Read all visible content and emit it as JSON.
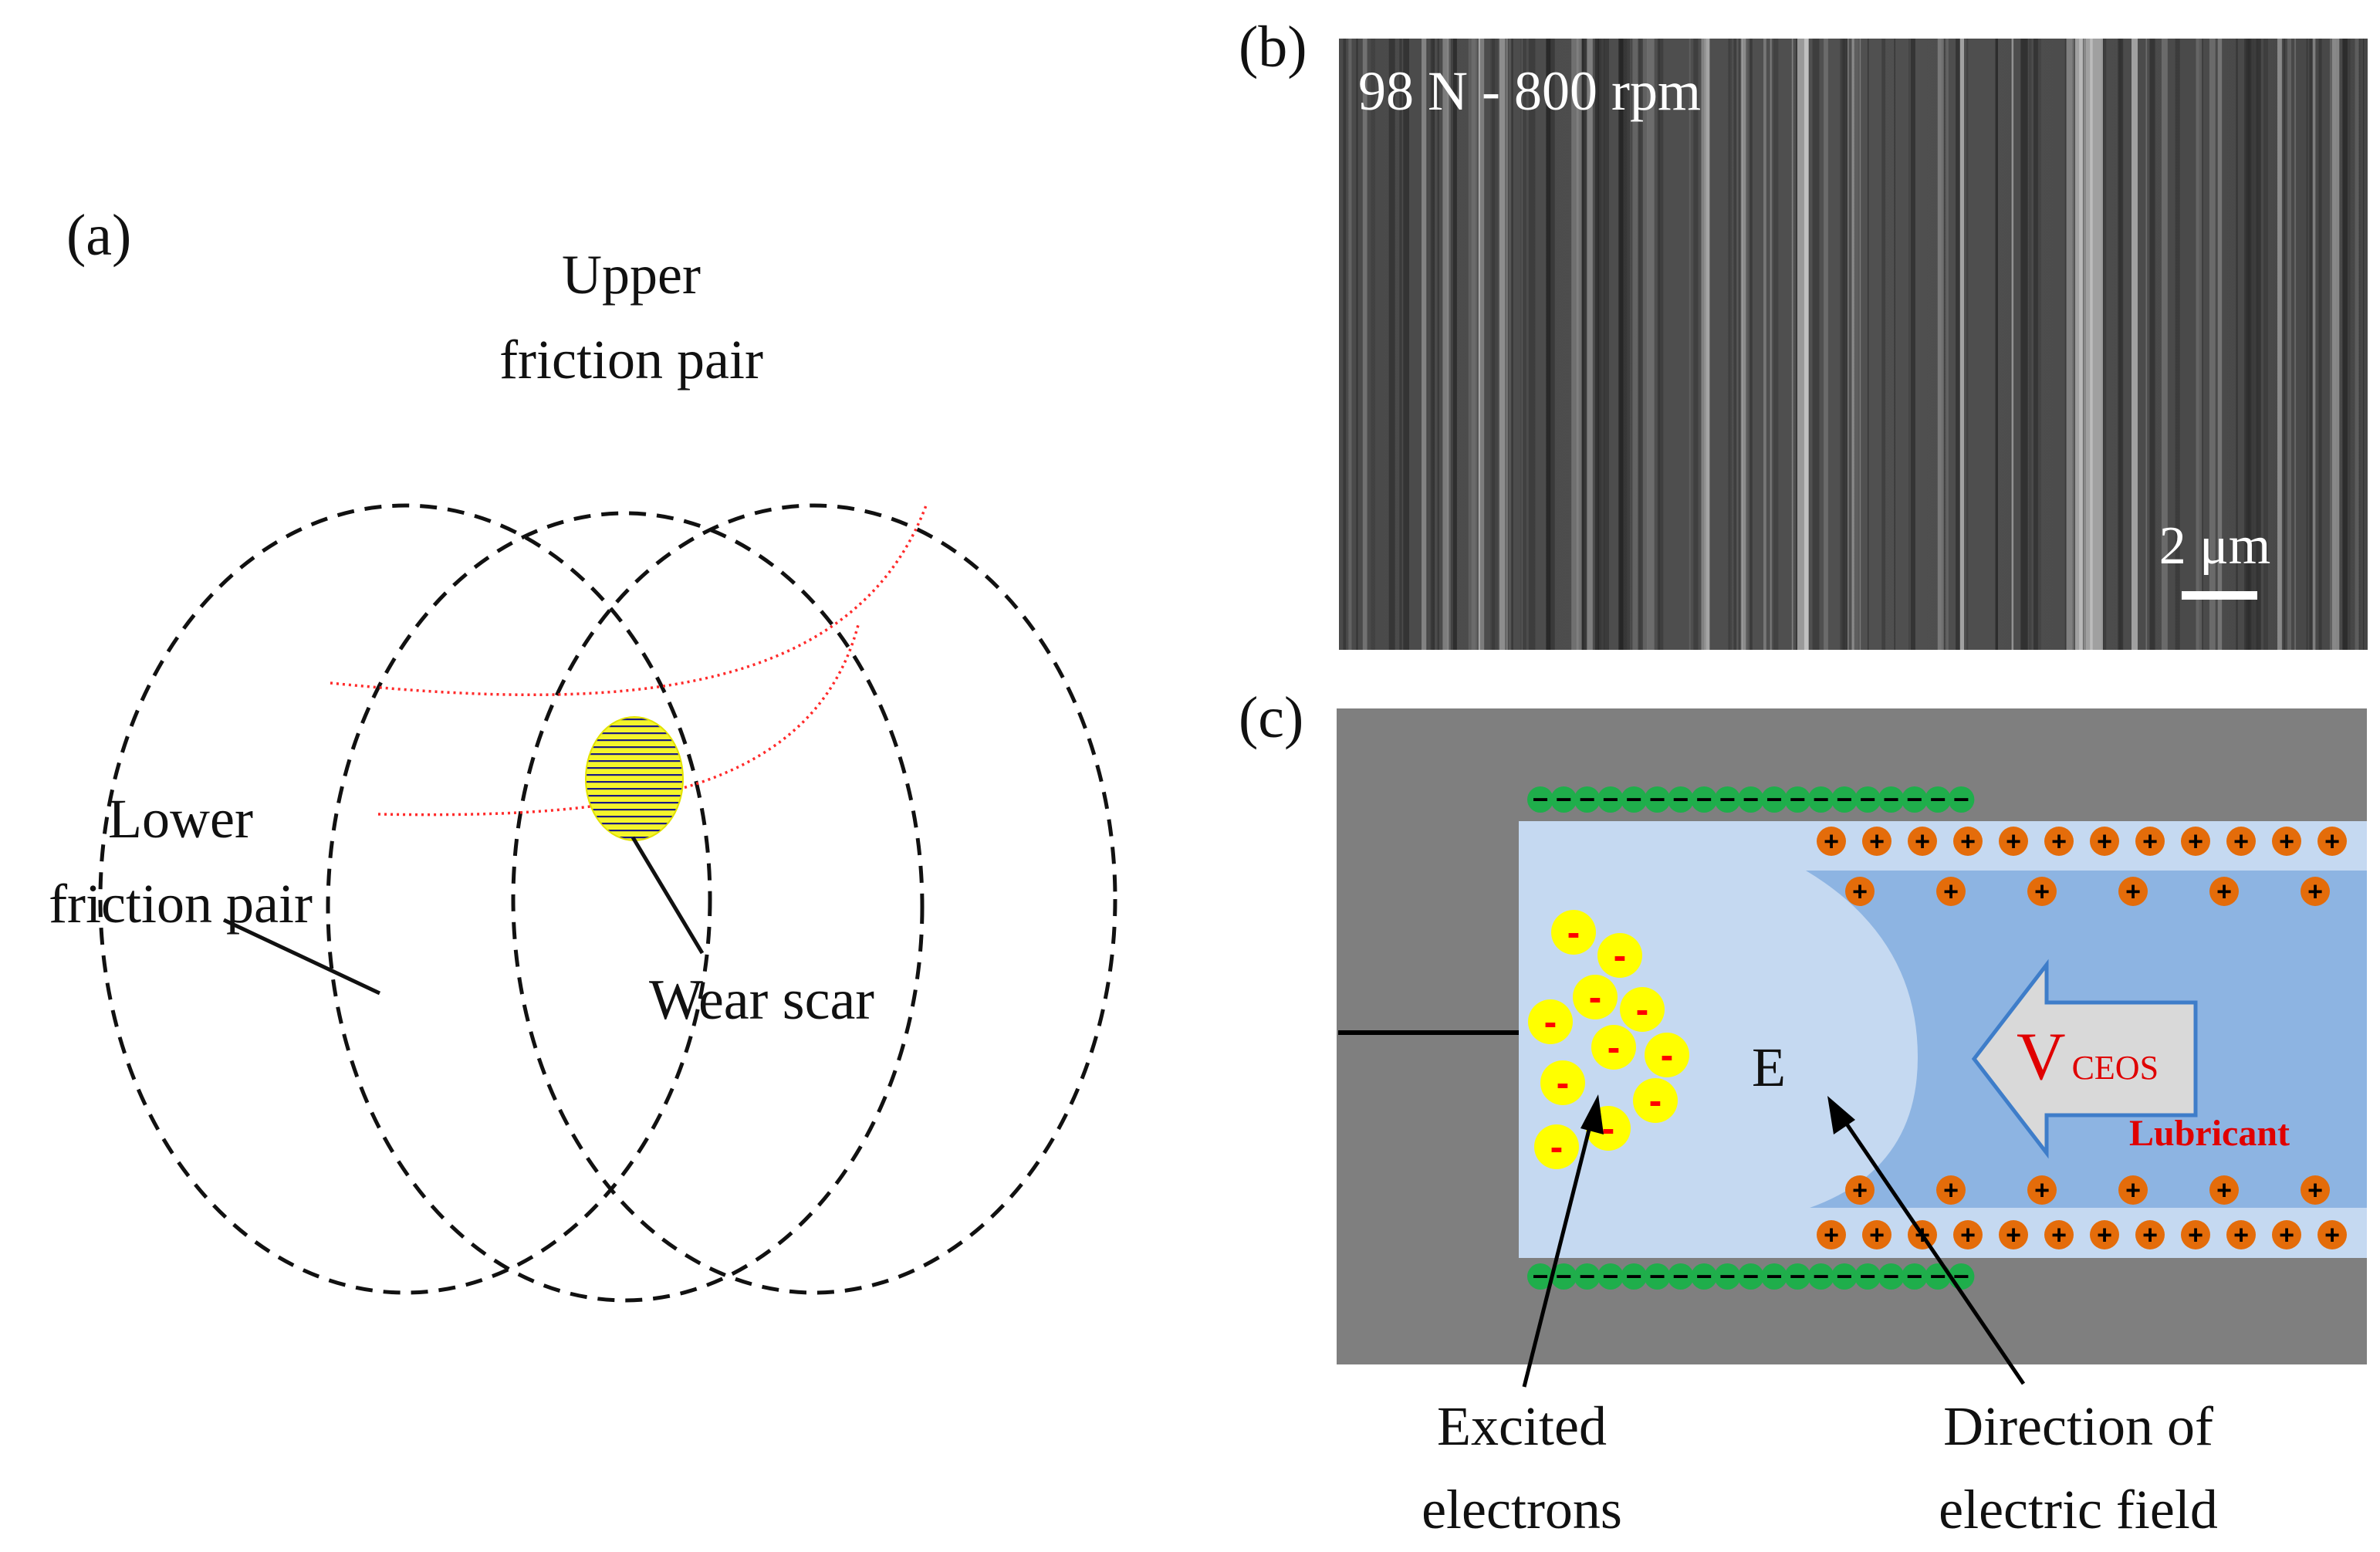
{
  "panel_a": {
    "label": "(a)",
    "upper_label_1": "Upper",
    "upper_label_2": "friction pair",
    "lower_label_1": "Lower",
    "lower_label_2": "friction pair",
    "wear_scar_label": "Wear scar",
    "colors": {
      "outline": "#111111",
      "trace": "#ff2a2a",
      "scar_fill": "#f4f52a",
      "scar_stripes": "#1a1a80"
    }
  },
  "panel_b": {
    "label": "(b)",
    "condition": "98 N - 800 rpm",
    "scale_bar": "2 μm"
  },
  "panel_c": {
    "label": "(c)",
    "e_label": "E",
    "v_main": "V",
    "v_sub": "CEOS",
    "lubricant": "Lubricant",
    "excited_1": "Excited",
    "excited_2": "electrons",
    "direction_1": "Direction of",
    "direction_2": "electric field",
    "minus_sign": "−",
    "plus_sign": "+",
    "electron_sign": "-",
    "colors": {
      "background": "#7f7f7f",
      "channel": "#c5d9f1",
      "lubricant": "#8db4e2",
      "negative_charge": "#1fae4b",
      "positive_charge": "#e46c0a",
      "electron": "#ffff00",
      "electron_sign": "#ff0000",
      "label_red": "#e00000"
    }
  }
}
